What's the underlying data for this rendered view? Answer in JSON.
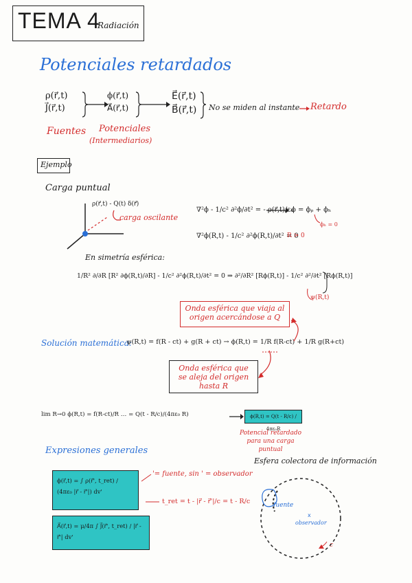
{
  "title": {
    "main": "TEMA 4",
    "sub": "Radiación"
  },
  "section1": {
    "heading": "Potenciales retardados",
    "sources": [
      "ρ(r⃗,t)",
      "J⃗(r⃗,t)"
    ],
    "potentials": [
      "ϕ(r⃗,t)",
      "A⃗(r⃗,t)"
    ],
    "fields": [
      "E⃗(r⃗,t)",
      "B⃗(r⃗,t)"
    ],
    "note": "No se miden al instante",
    "note_arrow": "Retardo",
    "label_sources": "Fuentes",
    "label_potentials": "Potenciales",
    "label_intermediate": "(Intermediarios)"
  },
  "example": {
    "tag": "Ejemplo",
    "subtitle": "Carga puntual",
    "charge_label": "ρ(r⃗,t) - Q(t) δ(r⃗)",
    "charge_note": "carga oscilante",
    "eq1": "∇²ϕ - 1/c² ∂²ϕ/∂t² = - ρ(r⃗,t)/ε₀",
    "eq1_result": "ϕ = ϕₚ + ϕₕ",
    "eq1_side": "ϕₕ = 0",
    "eq2": "∇²ϕ(R,t) - 1/c² ∂²ϕ(R,t)/∂t² = 0",
    "eq2_cond": "R > 0",
    "spherical_label": "En simetría esférica:",
    "eq3": "1/R² ∂/∂R [R² ∂ϕ(R,t)/∂R] - 1/c² ∂²ϕ(R,t)/∂t² = 0 ⇒ ∂²/∂R² [Rϕ(R,t)] - 1/c² ∂²/∂t² [Rϕ(R,t)]",
    "eq3_tag": "ψ(R,t)",
    "box1": "Onda esférica que viaja al origen acercándose a Q",
    "solution_label": "Solución matemática:",
    "solution": "ψ(R,t) = f(R - ct) + g(R + ct) → ϕ(R,t) = 1/R f(R-ct) + 1/R g(R+ct)",
    "box2": "Onda esférica que se aleja del origen hasta R",
    "limit": "lim R→0  ϕ(R,t) = f(R-ct)/R … = Q(t - R/c)/(4πε₀ R)",
    "limit_box": "ϕ(R,t) = Q(t - R/c) / 4πε₀R",
    "limit_note": "Potencial retardado para una carga puntual"
  },
  "general": {
    "heading": "Expresiones generales",
    "phi_box": "ϕ(r⃗,t) = ∫ ρ(r⃗', t_ret) / (4πε₀ |r⃗ - r⃗'|) dv'",
    "A_box": "A⃗(r⃗,t) = μ/4π ∫ J⃗(r⃗', t_ret) / |r⃗ - r⃗'| dv'",
    "note": "'= fuente, sin ' = observador",
    "tret": "t_ret = t - |r⃗ - r⃗'|/c = t - R/c",
    "sphere_title": "Esfera colectora de información",
    "source_label": "fuente",
    "observer_label": "observador",
    "c_label": "c"
  },
  "colors": {
    "blue": "#2a6fd6",
    "red": "#d32b2b",
    "teal": "#2fc4c4"
  }
}
